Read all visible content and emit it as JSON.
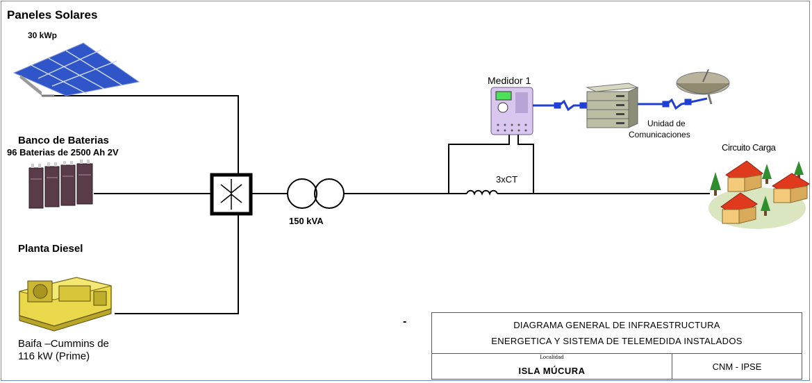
{
  "solar": {
    "title": "Paneles Solares",
    "capacity": "30  kWp"
  },
  "battery": {
    "title": "Banco de Baterias",
    "detail": "96 Baterias de 2500 Ah 2V"
  },
  "diesel": {
    "title": "Planta Diesel",
    "detail_line1": "Baifa –Cummins de",
    "detail_line2": "116 kW (Prime)"
  },
  "transformer": {
    "rating": "150 kVA"
  },
  "ct": {
    "label": "3xCT"
  },
  "meter": {
    "label": "Medidor 1"
  },
  "comms": {
    "line1": "Unidad de",
    "line2": "Comunicaciones"
  },
  "load": {
    "label": "Circuito Carga"
  },
  "stray_mark": "-",
  "title_block": {
    "line1": "DIAGRAMA GENERAL DE INFRAESTRUCTURA",
    "line2": "ENERGETICA Y SISTEMA DE TELEMEDIDA INSTALADOS",
    "location_caption": "Localidad",
    "location": "ISLA MÚCURA",
    "code": "CNM - IPSE"
  },
  "colors": {
    "comm_link": "#1f3fd6",
    "frame": "#6b8fc4",
    "house_roof": "#e03a1e",
    "tree": "#2f8f2f"
  }
}
